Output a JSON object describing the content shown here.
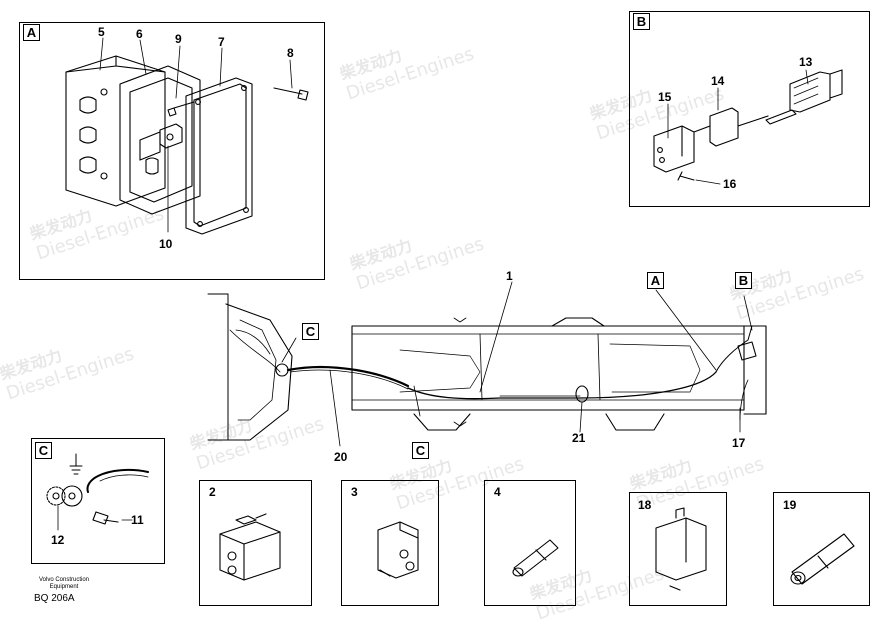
{
  "panels": {
    "a": {
      "tag": "A"
    },
    "b": {
      "tag": "B"
    },
    "c": {
      "tag": "C"
    }
  },
  "callouts": {
    "n1": "1",
    "n2": "2",
    "n3": "3",
    "n4": "4",
    "n5": "5",
    "n6": "6",
    "n7": "7",
    "n8": "8",
    "n9": "9",
    "n10": "10",
    "n11": "11",
    "n12": "12",
    "n13": "13",
    "n14": "14",
    "n15": "15",
    "n16": "16",
    "n17": "17",
    "n18": "18",
    "n19": "19",
    "n20": "20",
    "n21": "21"
  },
  "main_tags": {
    "a": "A",
    "b": "B",
    "c_top": "C",
    "c_bottom": "C"
  },
  "footer": {
    "line1": "Volvo Construction",
    "line2": "Equipment",
    "code": "BQ 206A"
  },
  "watermark": {
    "cn": "柴发动力",
    "en": "Diesel-Engines"
  }
}
